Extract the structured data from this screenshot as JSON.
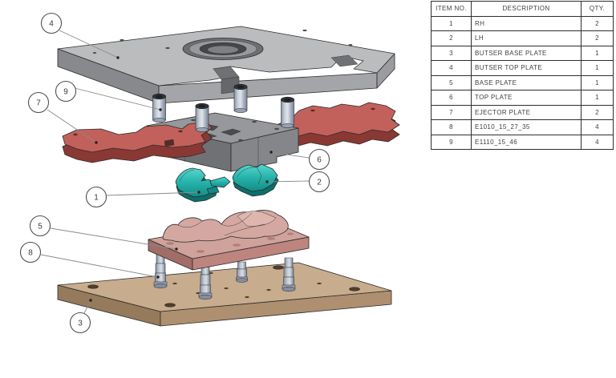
{
  "bom": {
    "headers": {
      "item": "ITEM NO.",
      "description": "DESCRIPTION",
      "qty": "QTY."
    },
    "rows": [
      {
        "item": "1",
        "description": "RH",
        "qty": "2"
      },
      {
        "item": "2",
        "description": "LH",
        "qty": "2"
      },
      {
        "item": "3",
        "description": "BUTSER BASE PLATE",
        "qty": "1"
      },
      {
        "item": "4",
        "description": "BUTSER TOP PLATE",
        "qty": "1"
      },
      {
        "item": "5",
        "description": "BASE PLATE",
        "qty": "1"
      },
      {
        "item": "6",
        "description": "TOP PLATE",
        "qty": "1"
      },
      {
        "item": "7",
        "description": "EJECTOR PLATE",
        "qty": "2"
      },
      {
        "item": "8",
        "description": "E1010_15_27_35",
        "qty": "4"
      },
      {
        "item": "9",
        "description": "E1110_15_46",
        "qty": "4"
      }
    ]
  },
  "balloons": [
    {
      "label": "4"
    },
    {
      "label": "9"
    },
    {
      "label": "7"
    },
    {
      "label": "6"
    },
    {
      "label": "2"
    },
    {
      "label": "1"
    },
    {
      "label": "5"
    },
    {
      "label": "8"
    },
    {
      "label": "3"
    }
  ],
  "colors": {
    "butser_top_plate": "#babcbe",
    "top_plate_block": "#96989b",
    "ejector_plate": "#c2615b",
    "molded_part": "#2bb3ab",
    "base_plate": "#cfa29b",
    "butser_base_plate": "#c7ac8e",
    "pin_steel": "#b7bfcc",
    "table_border": "#2e2e2e",
    "background": "#ffffff"
  }
}
